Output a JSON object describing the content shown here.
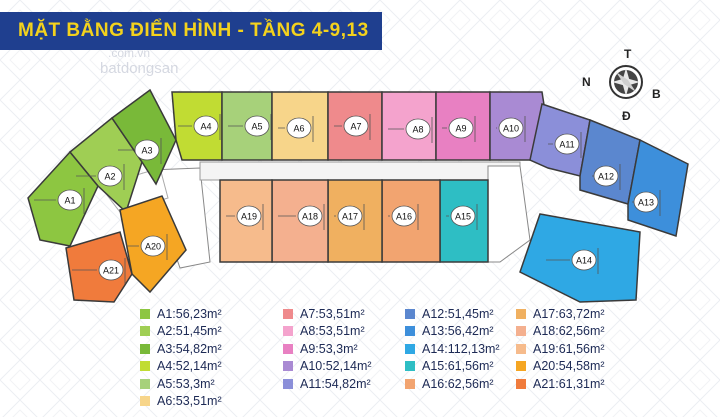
{
  "title": "MẶT BẰNG ĐIỂN HÌNH - TẦNG 4-9,13",
  "watermark": {
    "line1": ".com.vn",
    "line2": "batdongsan"
  },
  "compass": {
    "north": "T",
    "west": "N",
    "east": "B",
    "south": "Đ"
  },
  "units": [
    {
      "id": "A1",
      "area": "56,23m²",
      "color": "#8dc641"
    },
    {
      "id": "A2",
      "area": "51,45m²",
      "color": "#9fce54"
    },
    {
      "id": "A3",
      "area": "54,82m²",
      "color": "#79b939"
    },
    {
      "id": "A4",
      "area": "52,14m²",
      "color": "#c1dc33"
    },
    {
      "id": "A5",
      "area": "53,3m²",
      "color": "#a7d17a"
    },
    {
      "id": "A6",
      "area": "53,51m²",
      "color": "#f7d58a"
    },
    {
      "id": "A7",
      "area": "53,51m²",
      "color": "#ef8a8c"
    },
    {
      "id": "A8",
      "area": "53,51m²",
      "color": "#f4a3cd"
    },
    {
      "id": "A9",
      "area": "53,3m²",
      "color": "#e880c2"
    },
    {
      "id": "A10",
      "area": "52,14m²",
      "color": "#a98ad3"
    },
    {
      "id": "A11",
      "area": "54,82m²",
      "color": "#8b8fd9"
    },
    {
      "id": "A12",
      "area": "51,45m²",
      "color": "#5b87cf"
    },
    {
      "id": "A13",
      "area": "56,42m²",
      "color": "#3d8fdb"
    },
    {
      "id": "A14",
      "area": "112,13m²",
      "color": "#2fa8e4"
    },
    {
      "id": "A15",
      "area": "61,56m²",
      "color": "#2ebec4"
    },
    {
      "id": "A16",
      "area": "62,56m²",
      "color": "#f2a470"
    },
    {
      "id": "A17",
      "area": "63,72m²",
      "color": "#f0b060"
    },
    {
      "id": "A18",
      "area": "62,56m²",
      "color": "#f4b08f"
    },
    {
      "id": "A19",
      "area": "61,56m²",
      "color": "#f6bb8c"
    },
    {
      "id": "A20",
      "area": "54,58m²",
      "color": "#f5a623"
    },
    {
      "id": "A21",
      "area": "61,31m²",
      "color": "#f07b3c"
    }
  ]
}
